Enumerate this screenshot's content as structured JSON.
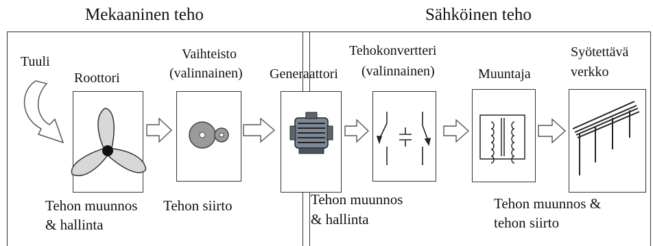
{
  "sections": {
    "mechanical": "Mekaaninen teho",
    "electrical": "Sähköinen teho"
  },
  "input": {
    "label": "Tuuli"
  },
  "stages": {
    "rotor": {
      "label": "Roottori"
    },
    "gearbox": {
      "label_line1": "Vaihteisto",
      "label_line2": "(valinnainen)"
    },
    "generator": {
      "label": "Generaattori"
    },
    "converter": {
      "label_line1": "Tehokonvertteri",
      "label_line2": "(valinnainen)"
    },
    "transformer": {
      "label": "Muuntaja"
    },
    "grid": {
      "label_line1": "Syötettävä",
      "label_line2": "verkko"
    }
  },
  "captions": {
    "rotor_line1": "Tehon muunnos",
    "rotor_line2": "& hallinta",
    "gearbox": "Tehon siirto",
    "generator_line1": "Tehon muunnos",
    "generator_line2": "& hallinta",
    "transformer_line1": "Tehon muunnos &",
    "transformer_line2": "tehon siirto"
  }
}
